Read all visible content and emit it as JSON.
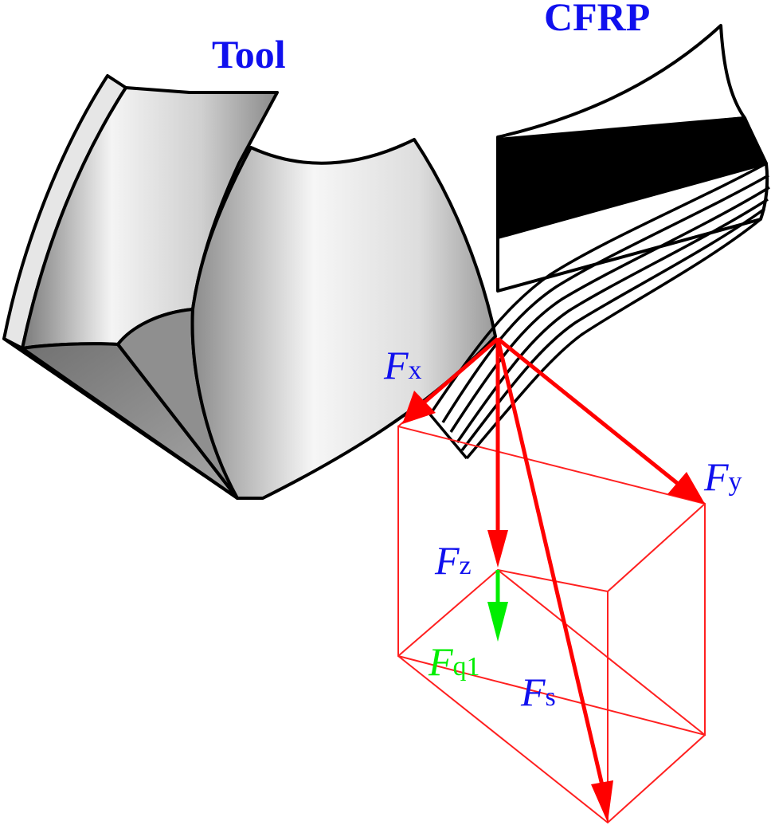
{
  "labels": {
    "tool": "Tool",
    "cfrp": "CFRP",
    "fx": {
      "main": "F",
      "sub": "x"
    },
    "fy": {
      "main": "F",
      "sub": "y"
    },
    "fz": {
      "main": "F",
      "sub": "z"
    },
    "fs": {
      "main": "F",
      "sub": "s"
    },
    "fq1": {
      "main": "F",
      "sub": "q1"
    }
  },
  "colors": {
    "label_blue": "#1010ee",
    "force_red": "#ff0000",
    "box_red": "#ff2020",
    "fq1_green": "#00ee00",
    "outline": "#000000",
    "cfrp_dark": "#000000"
  }
}
